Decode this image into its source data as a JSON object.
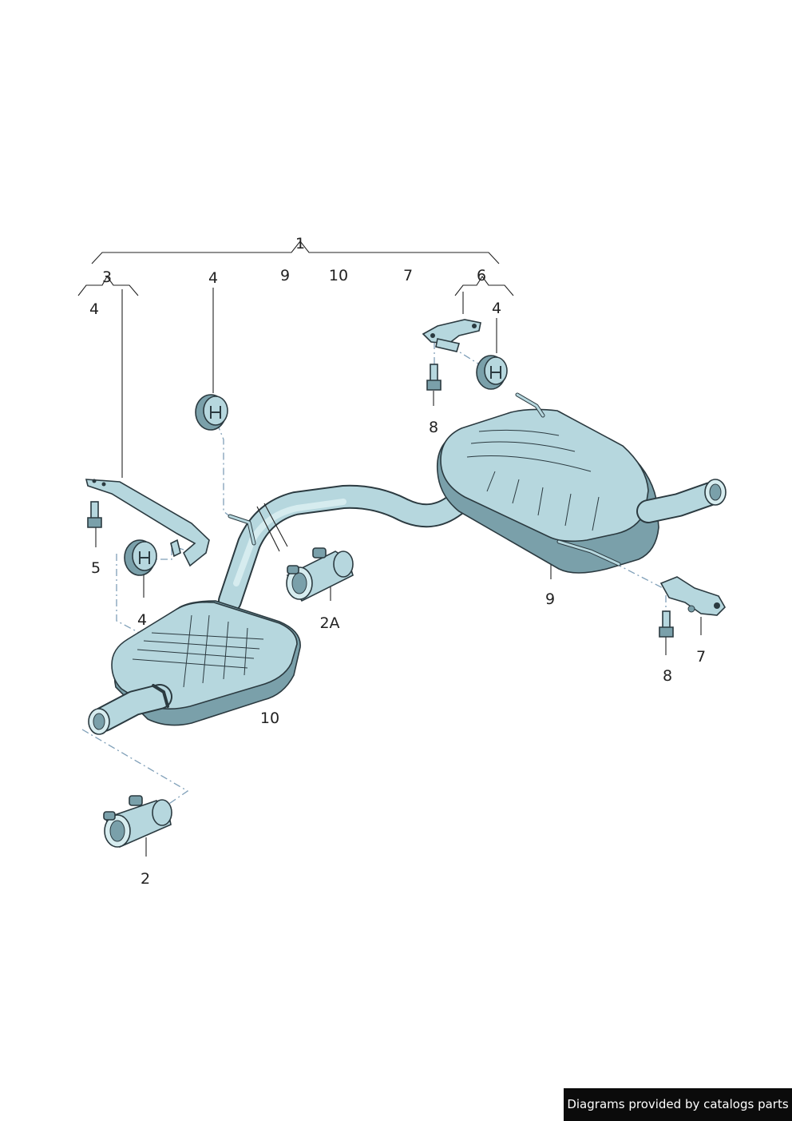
{
  "labels": {
    "l1": "1",
    "l3": "3",
    "l4_a": "4",
    "l4_b": "4",
    "l9_top": "9",
    "l10_top": "10",
    "l7_top": "7",
    "l6": "6",
    "l4_c": "4",
    "l8_a": "8",
    "l5": "5",
    "l4_d": "4",
    "l2a": "2A",
    "l9": "9",
    "l7": "7",
    "l8_b": "8",
    "l10": "10",
    "l2": "2"
  },
  "credit": "Diagrams provided by catalogs parts",
  "colors": {
    "part_fill": "#b6d7de",
    "part_shadow": "#7aa0aa",
    "outline": "#2b3a40",
    "dash_line": "#7f9fb8"
  }
}
